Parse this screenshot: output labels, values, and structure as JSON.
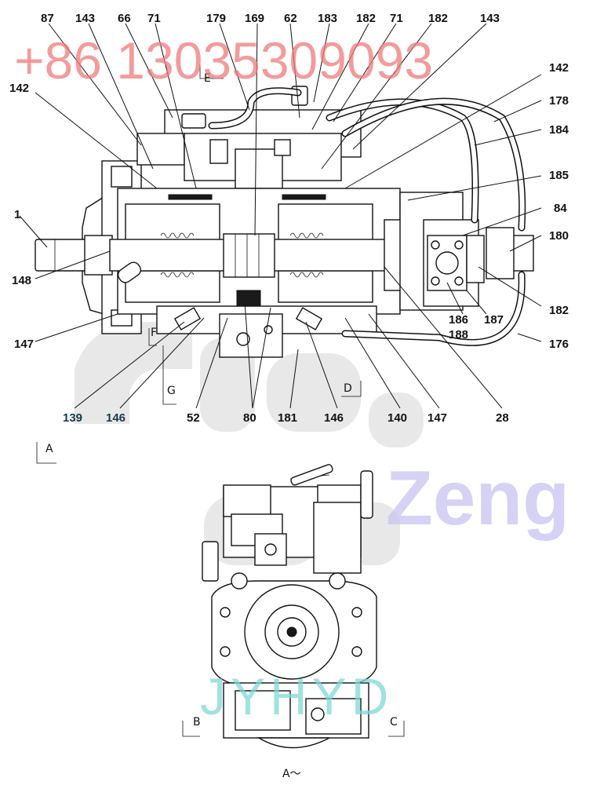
{
  "watermarks": {
    "phone": "+86 13035309093",
    "phone_color": "#f07a7a",
    "zeng": "Zeng",
    "zeng_color": "#c9c4f2",
    "jyhyd": "JYHYD",
    "jyhyd_color": "#7fd9d9",
    "logo_color": "#d6d6d6"
  },
  "callouts": {
    "c87": "87",
    "c143a": "143",
    "c66": "66",
    "c71a": "71",
    "c179": "179",
    "c169": "169",
    "c62": "62",
    "c183": "183",
    "c182a": "182",
    "c71b": "71",
    "c182b": "182",
    "c143b": "143",
    "c142a": "142",
    "c142b": "142",
    "c178": "178",
    "c184": "184",
    "c185": "185",
    "c1": "1",
    "c84": "84",
    "c180": "180",
    "c148": "148",
    "c182c": "182",
    "c186": "186",
    "c187": "187",
    "c188": "188",
    "c176": "176",
    "c147a": "147",
    "c139": "139",
    "c146a": "146",
    "c52": "52",
    "c80": "80",
    "c181": "181",
    "c146b": "146",
    "c140": "140",
    "c147b": "147",
    "c28": "28"
  },
  "view_labels": {
    "e": "E",
    "f": "F",
    "g": "G",
    "d": "D",
    "a": "A",
    "b": "B",
    "c": "C",
    "a_view": "A～"
  }
}
